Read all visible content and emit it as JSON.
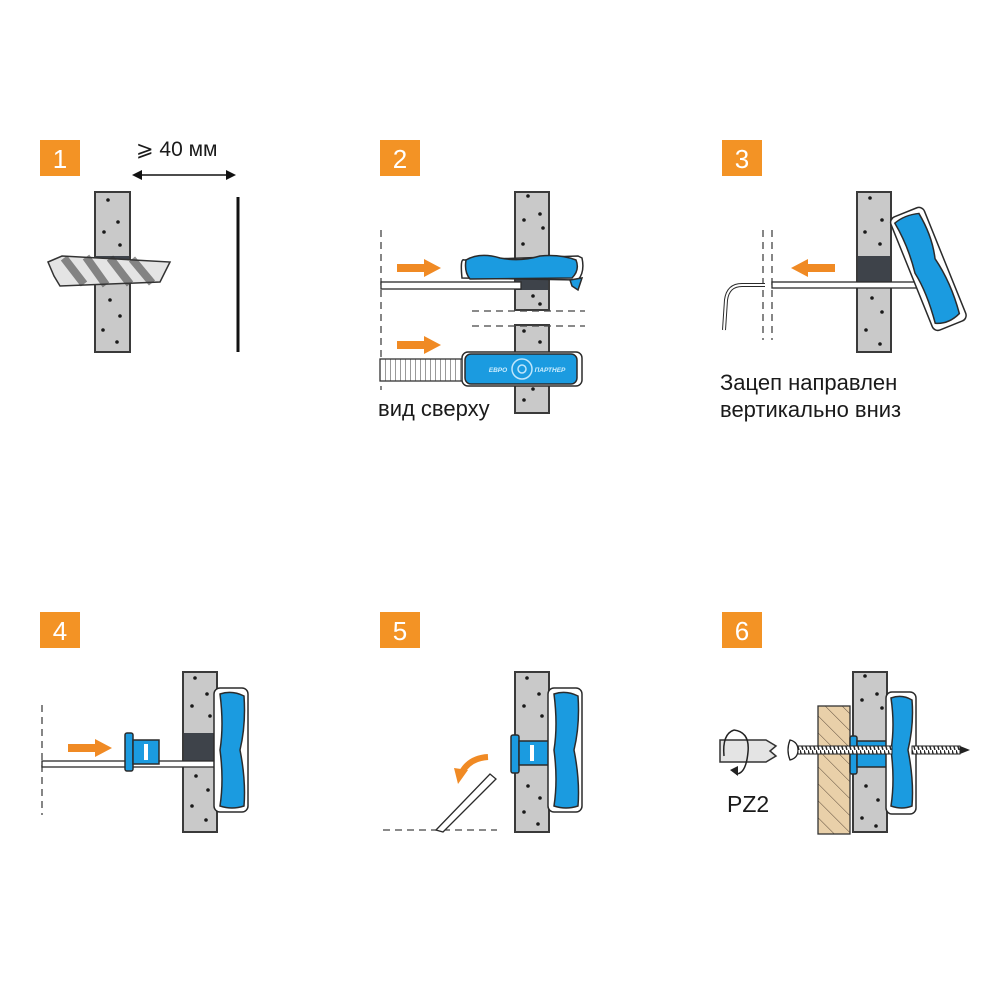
{
  "steps": [
    {
      "number": "1",
      "dimension_label": "⩾ 40 мм"
    },
    {
      "number": "2",
      "caption": "вид сверху",
      "logo_left": "ЕВРО",
      "logo_right": "ПАРТНЕР"
    },
    {
      "number": "3",
      "caption_line1": "Зацеп направлен",
      "caption_line2": "вертикально вниз"
    },
    {
      "number": "4"
    },
    {
      "number": "5"
    },
    {
      "number": "6",
      "bit_label": "PZ2"
    }
  ],
  "colors": {
    "badge": "#f39325",
    "anchor": "#1b9be0",
    "wall": "#c9c9c9",
    "arrow": "#f08a24",
    "wood": "#e9d0a9"
  }
}
